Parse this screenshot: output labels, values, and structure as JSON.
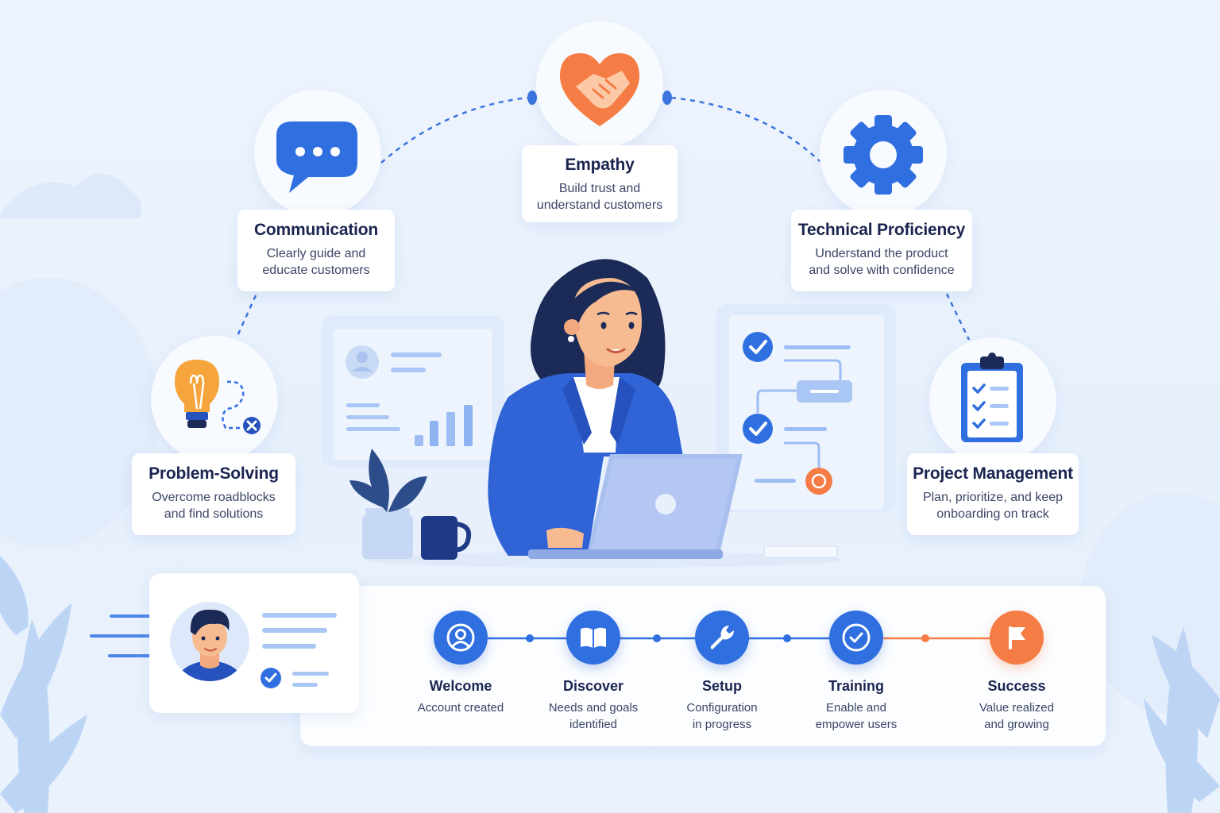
{
  "colors": {
    "primary_blue": "#2f6fe0",
    "navy": "#1b2550",
    "orange": "#f57d45",
    "light_blue": "#a9c6f5",
    "background": "#eaf2fd"
  },
  "competencies": [
    {
      "id": "communication",
      "title": "Communication",
      "desc": "Clearly guide and\neducate customers",
      "icon": "chat-bubble-icon"
    },
    {
      "id": "empathy",
      "title": "Empathy",
      "desc": "Build trust and\nunderstand customers",
      "icon": "heart-handshake-icon"
    },
    {
      "id": "technical",
      "title": "Technical Proficiency",
      "desc": "Understand the product\nand solve with confidence",
      "icon": "gear-icon"
    },
    {
      "id": "problem",
      "title": "Problem-Solving",
      "desc": "Overcome roadblocks\nand find solutions",
      "icon": "lightbulb-icon"
    },
    {
      "id": "project",
      "title": "Project Management",
      "desc": "Plan, prioritize, and keep\nonboarding on track",
      "icon": "clipboard-checklist-icon"
    }
  ],
  "journey": {
    "steps": [
      {
        "label": "Welcome",
        "sub": "Account created",
        "icon": "user-icon",
        "color": "#2f6fe0"
      },
      {
        "label": "Discover",
        "sub": "Needs and goals\nidentified",
        "icon": "book-icon",
        "color": "#2f6fe0"
      },
      {
        "label": "Setup",
        "sub": "Configuration\nin progress",
        "icon": "wrench-icon",
        "color": "#2f6fe0"
      },
      {
        "label": "Training",
        "sub": "Enable and\nempower users",
        "icon": "check-circle-icon",
        "color": "#2f6fe0"
      },
      {
        "label": "Success",
        "sub": "Value realized\nand growing",
        "icon": "flag-icon",
        "color": "#f57d45"
      }
    ]
  }
}
